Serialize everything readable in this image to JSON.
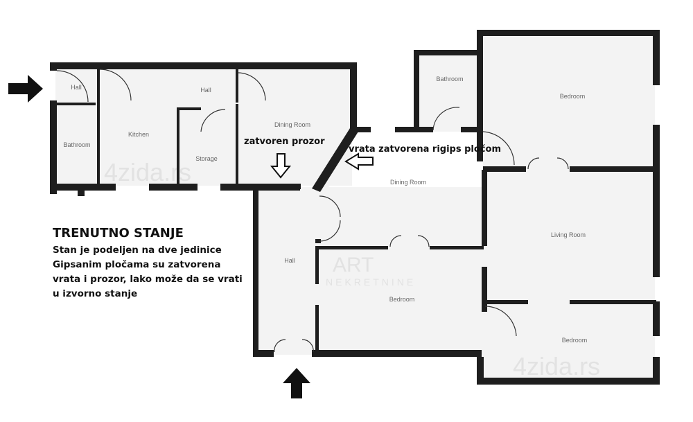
{
  "rooms": {
    "hall_entry": "Hall",
    "hall_upper": "Hall",
    "kitchen": "Kitchen",
    "bathroom_left": "Bathroom",
    "storage": "Storage",
    "dining_left": "Dining Room",
    "dining_right": "Dining Room",
    "bathroom_right": "Bathroom",
    "bedroom_top": "Bedroom",
    "living_room": "Living Room",
    "hall_lower": "Hall",
    "bedroom_middle": "Bedroom",
    "bedroom_bottom": "Bedroom"
  },
  "annotations": {
    "closed_window": "zatvoren prozor",
    "closed_door": "vrata zatvorena rigips pločom"
  },
  "status": {
    "title": "TRENUTNO STANJE",
    "lines": [
      "Stan je podeljen na dve jedinice",
      "Gipsanim pločama su zatvorena",
      "vrata i prozor, lako može da se vrati",
      "u izvorno stanje"
    ]
  },
  "watermarks": {
    "site": "4zida.rs",
    "agency_top": "ART",
    "agency_bottom": "NEKRETNINE"
  },
  "colors": {
    "wall": "#1e1e1e",
    "floor": "#f3f3f3",
    "text": "#111111"
  }
}
